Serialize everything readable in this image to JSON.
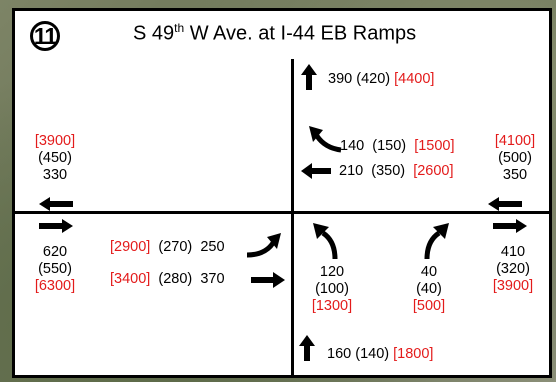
{
  "badge": "11",
  "title": {
    "main": "S 49",
    "sup": "th",
    "rest": " W Ave. at I-44 EB Ramps"
  },
  "north_exit": {
    "a": "390",
    "b": "(420)",
    "c": "[4400]"
  },
  "nb_left": {
    "a": "140",
    "b": "(150)",
    "c": "[1500]"
  },
  "nb_thru": {
    "a": "210",
    "b": "(350)",
    "c": "[2600]"
  },
  "east_in": {
    "c": "[4100]",
    "b": "(500)",
    "a": "350"
  },
  "west_out": {
    "c": "[3900]",
    "b": "(450)",
    "a": "330"
  },
  "west_in": {
    "a": "620",
    "b": "(550)",
    "c": "[6300]"
  },
  "eb_left": {
    "c": "[2900]",
    "b": "(270)",
    "a": "250"
  },
  "eb_thru": {
    "c": "[3400]",
    "b": "(280)",
    "a": "370"
  },
  "sb_left": {
    "a": "120",
    "b": "(100)",
    "c": "[1300]"
  },
  "sb_right": {
    "a": "40",
    "b": "(40)",
    "c": "[500]"
  },
  "east_out": {
    "a": "410",
    "b": "(320)",
    "c": "[3900]"
  },
  "south_in": {
    "a": "160",
    "b": "(140)",
    "c": "[1800]"
  },
  "colors": {
    "peak": "#e31b1b",
    "text": "#000000",
    "background": "#ffffff"
  }
}
